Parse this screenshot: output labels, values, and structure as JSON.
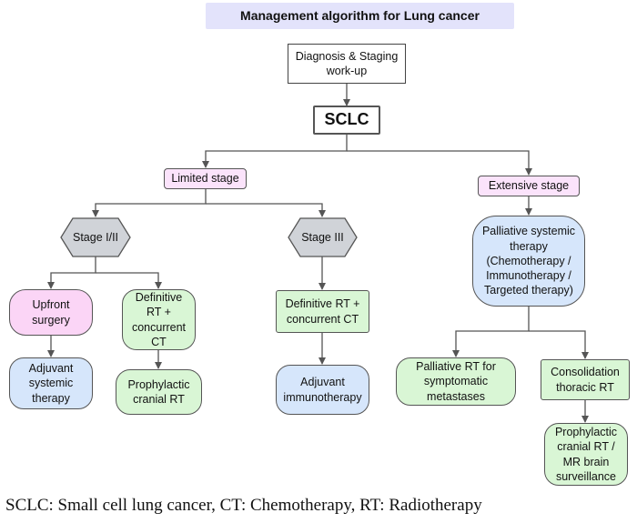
{
  "title": "Management algorithm for Lung cancer",
  "nodes": {
    "diagnosis": "Diagnosis & Staging\nwork-up",
    "sclc": "SCLC",
    "limited": "Limited stage",
    "extensive": "Extensive stage",
    "stage12": "Stage I/II",
    "stage3": "Stage III",
    "palliative_systemic": "Palliative systemic\ntherapy\n(Chemotherapy /\nImmunotherapy /\nTargeted therapy)",
    "upfront_surgery": "Upfront\nsurgery",
    "definitive_rt_12": "Definitive\nRT +\nconcurrent\nCT",
    "definitive_rt_3": "Definitive RT +\nconcurrent CT",
    "adjuvant_systemic": "Adjuvant\nsystemic\ntherapy",
    "pci_limited": "Prophylactic\ncranial RT",
    "adjuvant_immuno": "Adjuvant\nimmunotherapy",
    "palliative_rt": "Palliative RT for\nsymptomatic\nmetastases",
    "consolidation": "Consolidation\nthoracic RT",
    "pci_mr": "Prophylactic\ncranial RT /\nMR brain\nsurveillance"
  },
  "footnote": "SCLC: Small cell lung cancer, CT: Chemotherapy, RT: Radiotherapy",
  "colors": {
    "title_bg": "#e3e3fb",
    "stage_bg": "#fbe3fb",
    "surgery_bg": "#fbd5f6",
    "radiotherapy_bg": "#d9f6d5",
    "systemic_bg": "#d6e6fb",
    "hexagon_bg": "#d0d3d8",
    "connector": "#555555"
  }
}
